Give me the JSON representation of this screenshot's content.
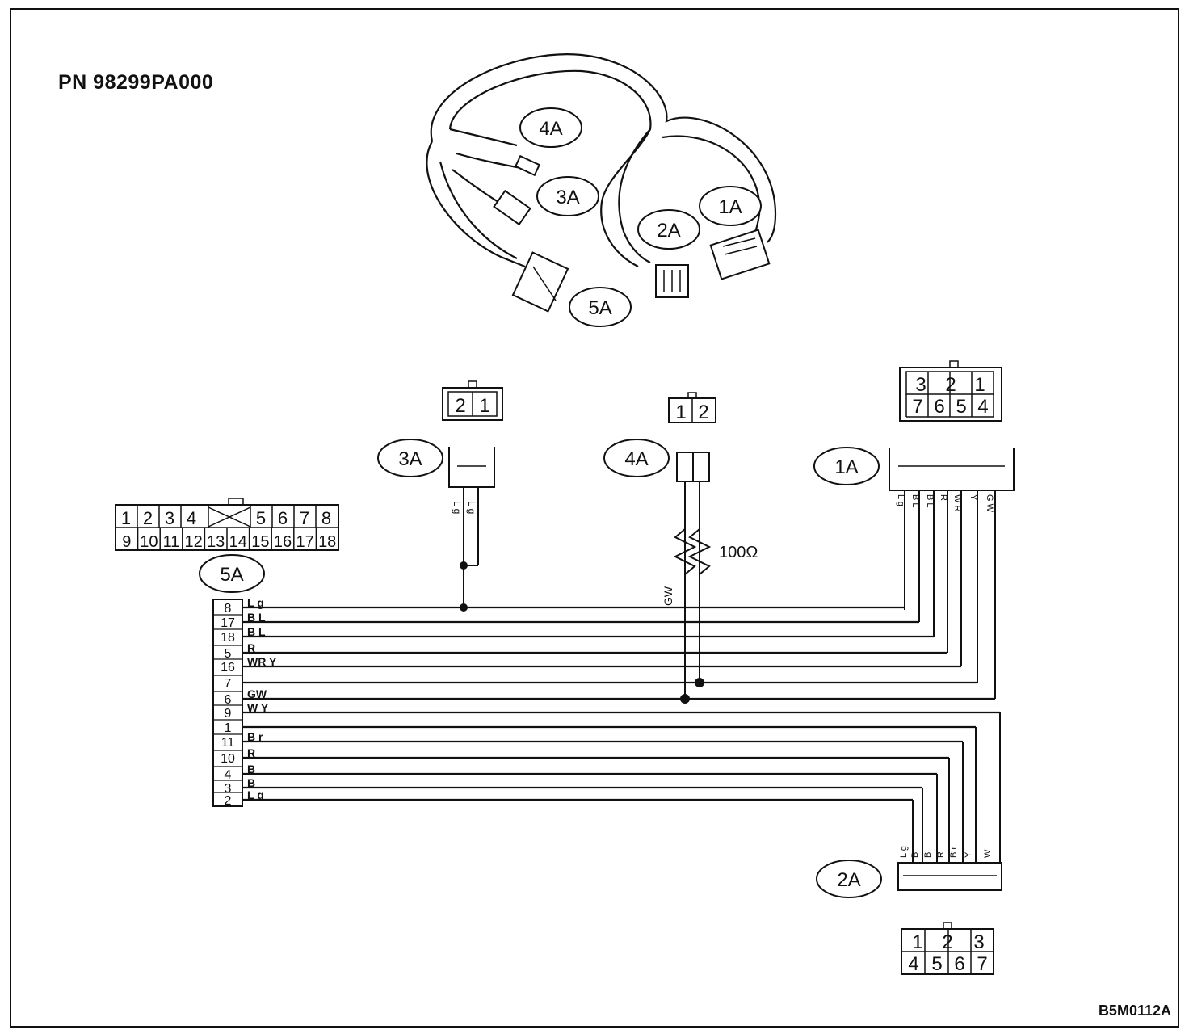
{
  "part_number": "PN  98299PA000",
  "figure_code": "B5M0112A",
  "resistor_value": "100Ω",
  "harness_labels": [
    "4A",
    "3A",
    "1A",
    "2A",
    "5A"
  ],
  "connectors": {
    "c3A": {
      "label": "3A",
      "pins": [
        "2",
        "1"
      ],
      "wire_codes": [
        "L g",
        "L g"
      ]
    },
    "c4A": {
      "label": "4A",
      "pins": [
        "1",
        "2"
      ],
      "wire_codes": [
        "GW"
      ]
    },
    "c1A": {
      "label": "1A",
      "pins_top": [
        "3",
        "2",
        "1"
      ],
      "pins_bottom": [
        "7",
        "6",
        "5",
        "4"
      ],
      "wire_codes": [
        "L g",
        "B L",
        "B L",
        "R",
        "W R",
        "Y",
        "G W"
      ]
    },
    "c2A": {
      "label": "2A",
      "pins_top": [
        "1",
        "2",
        "3"
      ],
      "pins_bottom": [
        "4",
        "5",
        "6",
        "7"
      ],
      "wire_codes": [
        "L g",
        "B",
        "B",
        "R",
        "B r",
        "Y",
        "W"
      ]
    },
    "c5A": {
      "label": "5A",
      "pins_top": [
        "1",
        "2",
        "3",
        "4",
        "5",
        "6",
        "7",
        "8"
      ],
      "pins_bottom": [
        "9",
        "10",
        "11",
        "12",
        "13",
        "14",
        "15",
        "16",
        "17",
        "18"
      ]
    }
  },
  "c5A_rows": [
    {
      "pin": "8",
      "code": "L g"
    },
    {
      "pin": "17",
      "code": "B L"
    },
    {
      "pin": "18",
      "code": "B L"
    },
    {
      "pin": "5",
      "code": "R"
    },
    {
      "pin": "16",
      "code": "WR Y"
    },
    {
      "pin": "7",
      "code": ""
    },
    {
      "pin": "6",
      "code": "GW"
    },
    {
      "pin": "9",
      "code": "W Y"
    },
    {
      "pin": "1",
      "code": ""
    },
    {
      "pin": "11",
      "code": "B r"
    },
    {
      "pin": "10",
      "code": "R"
    },
    {
      "pin": "4",
      "code": "B"
    },
    {
      "pin": "3",
      "code": "B"
    },
    {
      "pin": "2",
      "code": "L g"
    }
  ]
}
